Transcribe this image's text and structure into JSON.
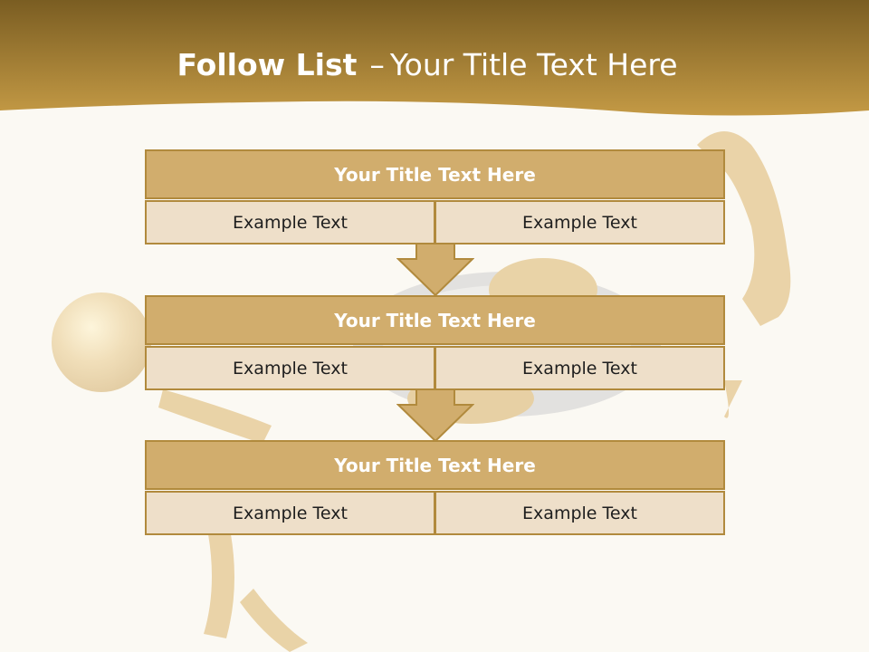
{
  "slide": {
    "title_bold": "Follow List",
    "title_separator": "–",
    "title_rest": "Your Title Text Here",
    "blocks": [
      {
        "title": "Your Title Text Here",
        "cells": [
          "Example Text",
          "Example Text"
        ]
      },
      {
        "title": "Your Title Text Here",
        "cells": [
          "Example Text",
          "Example Text"
        ]
      },
      {
        "title": "Your Title Text Here",
        "cells": [
          "Example Text",
          "Example Text"
        ]
      }
    ]
  },
  "colors": {
    "header_gold": "#9c7a32",
    "block_title_fill": "#d1ad6d",
    "cell_fill": "#eedfc9",
    "border": "#b18a3d",
    "background": "#fbf9f3"
  }
}
